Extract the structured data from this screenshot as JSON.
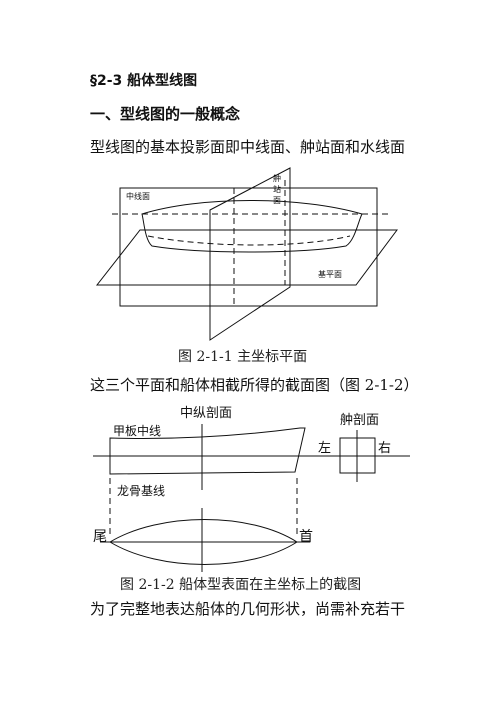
{
  "section_title": "§2-3  船体型线图",
  "subsection_title": "一、型线图的一般概念",
  "paragraph_1": "型线图的基本投影面即中线面、舯站面和水线面",
  "figure_1": {
    "label_centerline_plane": "中线面",
    "label_midship_station_plane": [
      "舯",
      "站",
      "面"
    ],
    "label_base_plane": "基平面",
    "caption": "图 2-1-1   主坐标平面"
  },
  "paragraph_2": "这三个平面和船体相截所得的截面图（图 2-1-2）",
  "figure_2": {
    "label_longitudinal_section": "中纵剖面",
    "label_deck_centerline": "甲板中线",
    "label_midship_section": "舯剖面",
    "label_left": "左",
    "label_right": "右",
    "label_keel_baseline": "龙骨基线",
    "label_stern": "尾",
    "label_bow": "首",
    "caption": "图 2-1-2   船体型表面在主坐标上的截图"
  },
  "paragraph_3": "为了完整地表达船体的几何形状，尚需补充若干"
}
